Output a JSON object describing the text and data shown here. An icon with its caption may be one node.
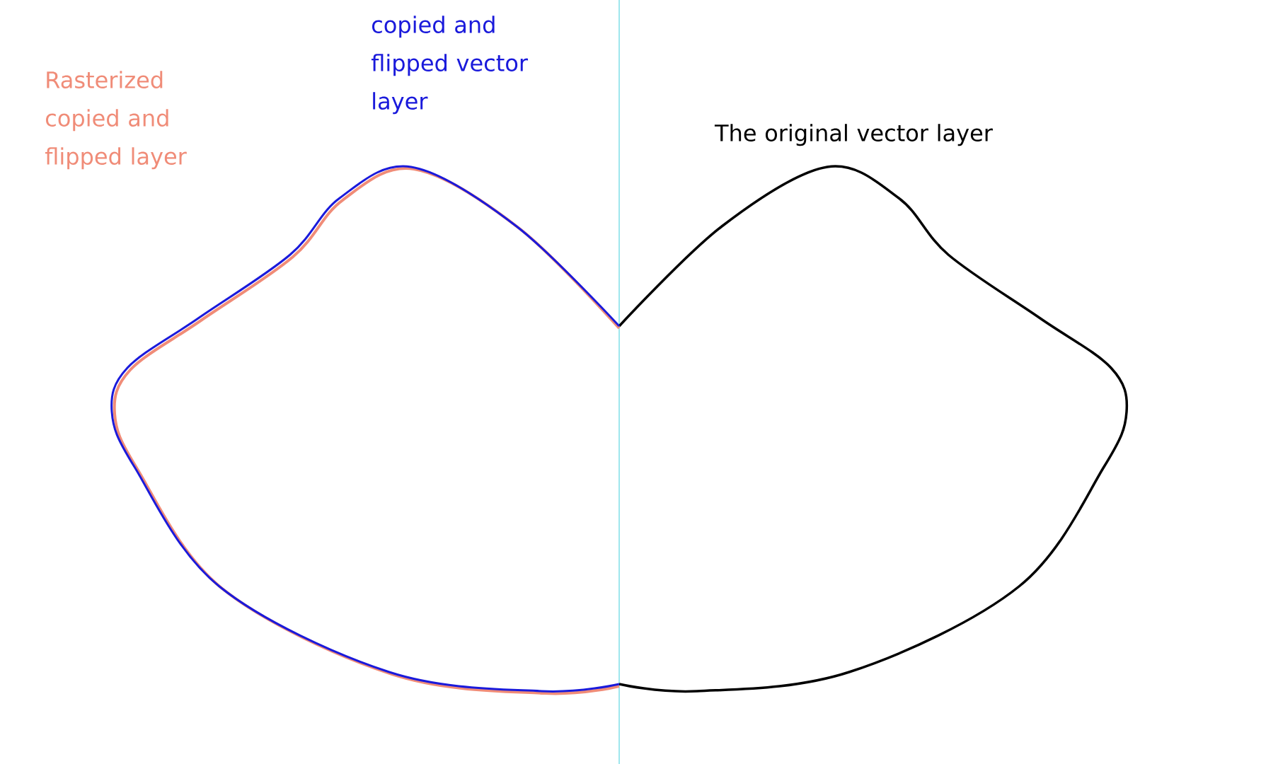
{
  "diagram": {
    "labels": [
      "Rasterized copied and flipped layer",
      "copied and flipped vector layer",
      "The original vector layer"
    ]
  }
}
